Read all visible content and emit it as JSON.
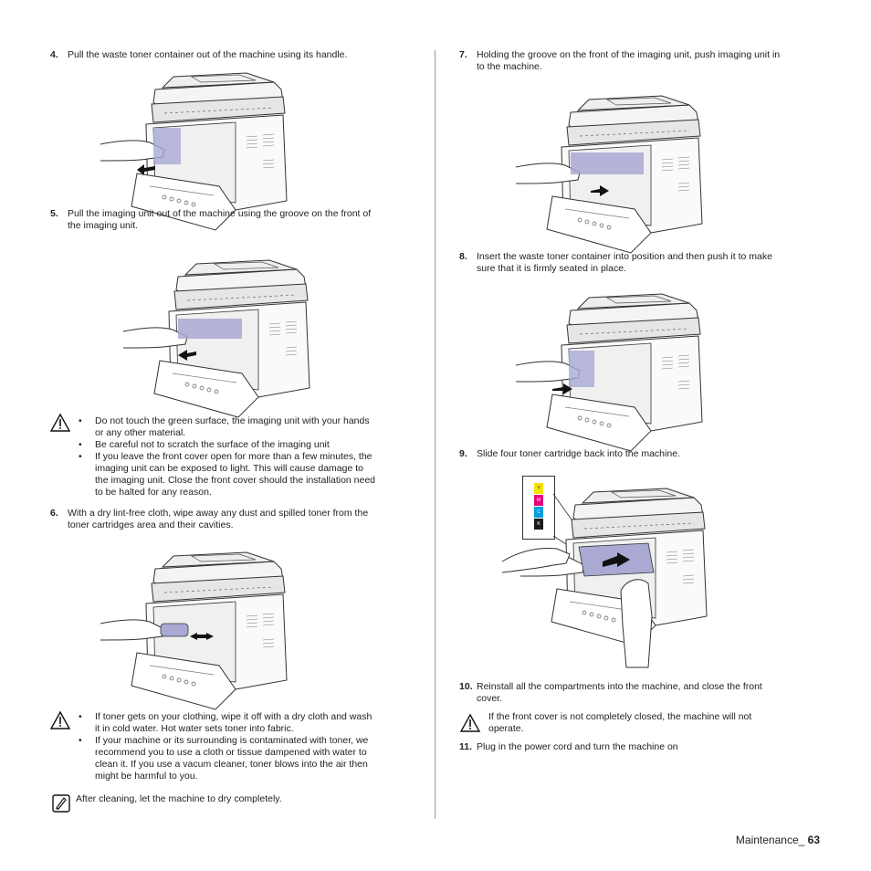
{
  "left": {
    "step4": {
      "num": "4.",
      "text": "Pull the waste toner container out of the machine using its handle."
    },
    "step5": {
      "num": "5.",
      "line1": "Pull the imaging unit out of the machine using the groove on the front of",
      "line2": "the imaging unit."
    },
    "caution1": [
      {
        "bullet": "•",
        "lines": [
          "Do not touch the green surface, the imaging unit with your hands",
          "or any other material."
        ]
      },
      {
        "bullet": "•",
        "lines": [
          "Be careful not to scratch the surface of the imaging unit"
        ]
      },
      {
        "bullet": "•",
        "lines": [
          "If you leave the front cover open for more than a few minutes, the",
          "imaging unit can be exposed to light. This will cause damage to",
          "the imaging unit. Close the front cover should the installation need",
          "to be halted for any reason."
        ]
      }
    ],
    "step6": {
      "num": "6.",
      "line1": "With a dry lint-free cloth, wipe away any dust and spilled toner from the",
      "line2": "toner cartridges area and their cavities."
    },
    "caution2": [
      {
        "bullet": "•",
        "lines": [
          "If toner gets on your clothing, wipe it off with a dry cloth and wash",
          "it in cold water. Hot water sets toner into fabric."
        ]
      },
      {
        "bullet": "•",
        "lines": [
          "If your machine or its surrounding is contaminated with toner, we",
          "recommend you to use a cloth or tissue dampened with water to",
          "clean it. If you use a vacum cleaner, toner blows into the air then",
          "might be harmful to you."
        ]
      }
    ],
    "note": "After cleaning, let the machine to dry completely."
  },
  "right": {
    "step7": {
      "num": "7.",
      "line1": "Holding the groove on the front of the imaging unit, push imaging unit in",
      "line2": "to the machine."
    },
    "step8": {
      "num": "8.",
      "line1": "Insert the waste toner container into position and then push it to make",
      "line2": "sure that it is firmly seated in place."
    },
    "step9": {
      "num": "9.",
      "text": "Slide four toner cartridge back into the machine."
    },
    "cartridge_labels": [
      "Y",
      "M",
      "C",
      "K"
    ],
    "step10": {
      "num": "10.",
      "line1": "Reinstall all the compartments into the machine, and close the front",
      "line2": "cover."
    },
    "caution3": {
      "line1": "If the front cover is not completely closed, the machine will not",
      "line2": "operate."
    },
    "step11": {
      "num": "11.",
      "text": "Plug in the power cord and turn the machine on"
    }
  },
  "footer": {
    "section": "Maintenance_",
    "page": "63"
  },
  "colors": {
    "toner_y": "#f5e300",
    "toner_m": "#e6007e",
    "toner_c": "#00a0e0",
    "toner_k": "#1a1a1a",
    "highlight": "#a9a9d4"
  }
}
